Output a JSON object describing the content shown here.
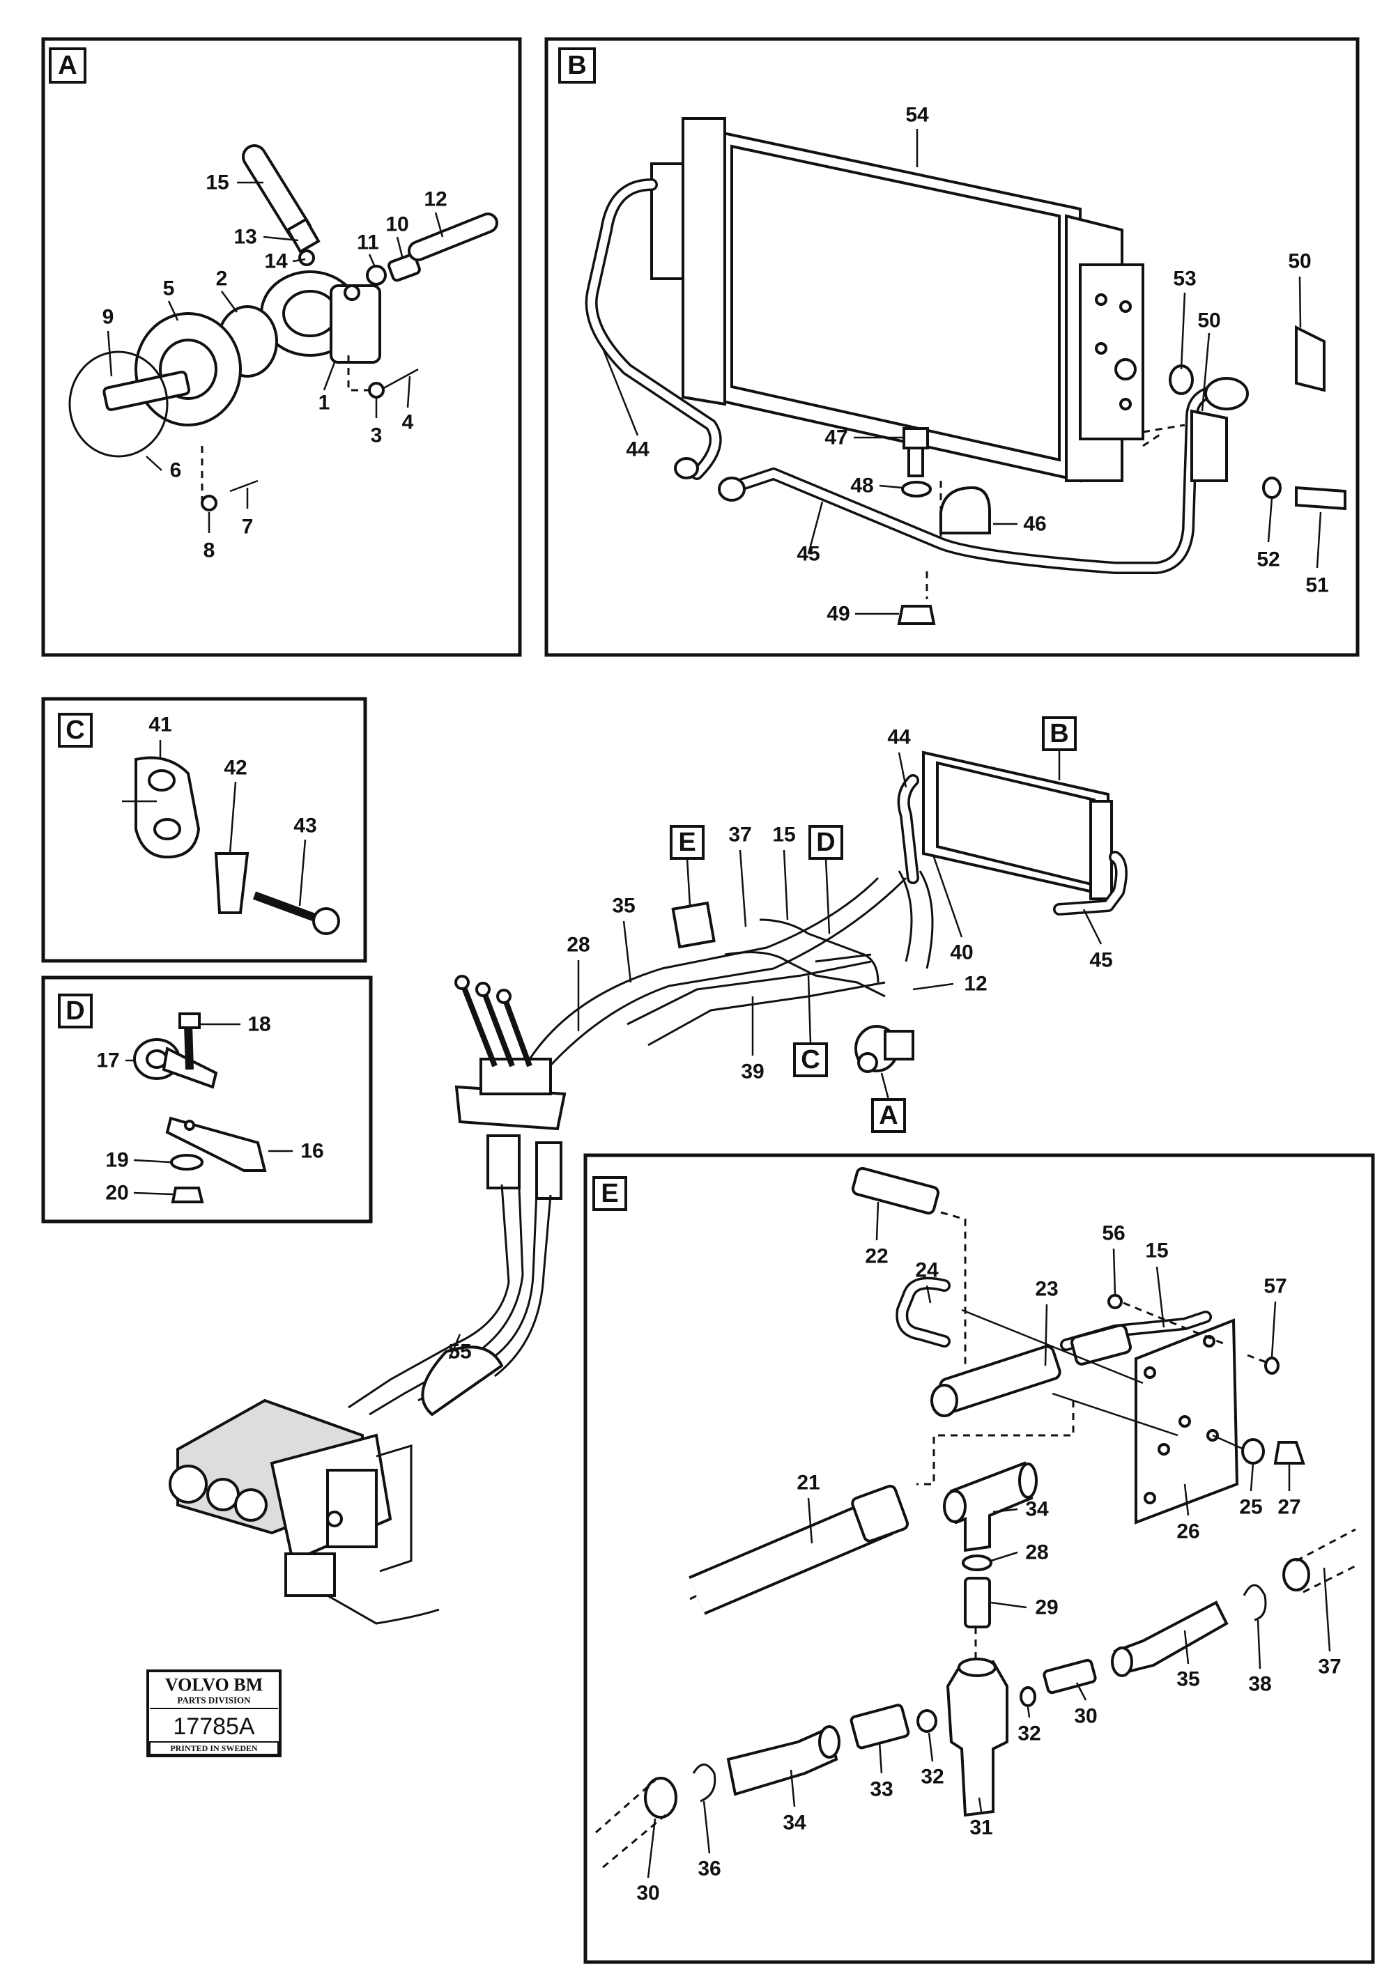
{
  "panels": {
    "A": {
      "label": "A"
    },
    "B": {
      "label": "B"
    },
    "C": {
      "label": "C"
    },
    "D": {
      "label": "D"
    },
    "E": {
      "label": "E"
    }
  },
  "main_view_tags": {
    "A": "A",
    "B": "B",
    "C": "C",
    "D": "D",
    "E": "E"
  },
  "callouts": {
    "A": [
      "1",
      "2",
      "3",
      "4",
      "5",
      "6",
      "7",
      "8",
      "9",
      "10",
      "11",
      "12",
      "13",
      "14",
      "15"
    ],
    "B": [
      "44",
      "45",
      "46",
      "47",
      "48",
      "49",
      "50",
      "50",
      "51",
      "52",
      "53",
      "54"
    ],
    "C": [
      "41",
      "42",
      "43"
    ],
    "D": [
      "16",
      "17",
      "18",
      "19",
      "20"
    ],
    "main": [
      "12",
      "15",
      "28",
      "35",
      "37",
      "39",
      "40",
      "44",
      "45",
      "55"
    ],
    "E": [
      "15",
      "21",
      "22",
      "23",
      "24",
      "25",
      "26",
      "27",
      "28",
      "29",
      "30",
      "30",
      "31",
      "32",
      "32",
      "33",
      "34",
      "34",
      "35",
      "36",
      "37",
      "38",
      "56",
      "57"
    ]
  },
  "stamp": {
    "brand": "VOLVO BM",
    "division": "PARTS DIVISION",
    "number": "17785A",
    "printed": "PRINTED IN SWEDEN"
  }
}
